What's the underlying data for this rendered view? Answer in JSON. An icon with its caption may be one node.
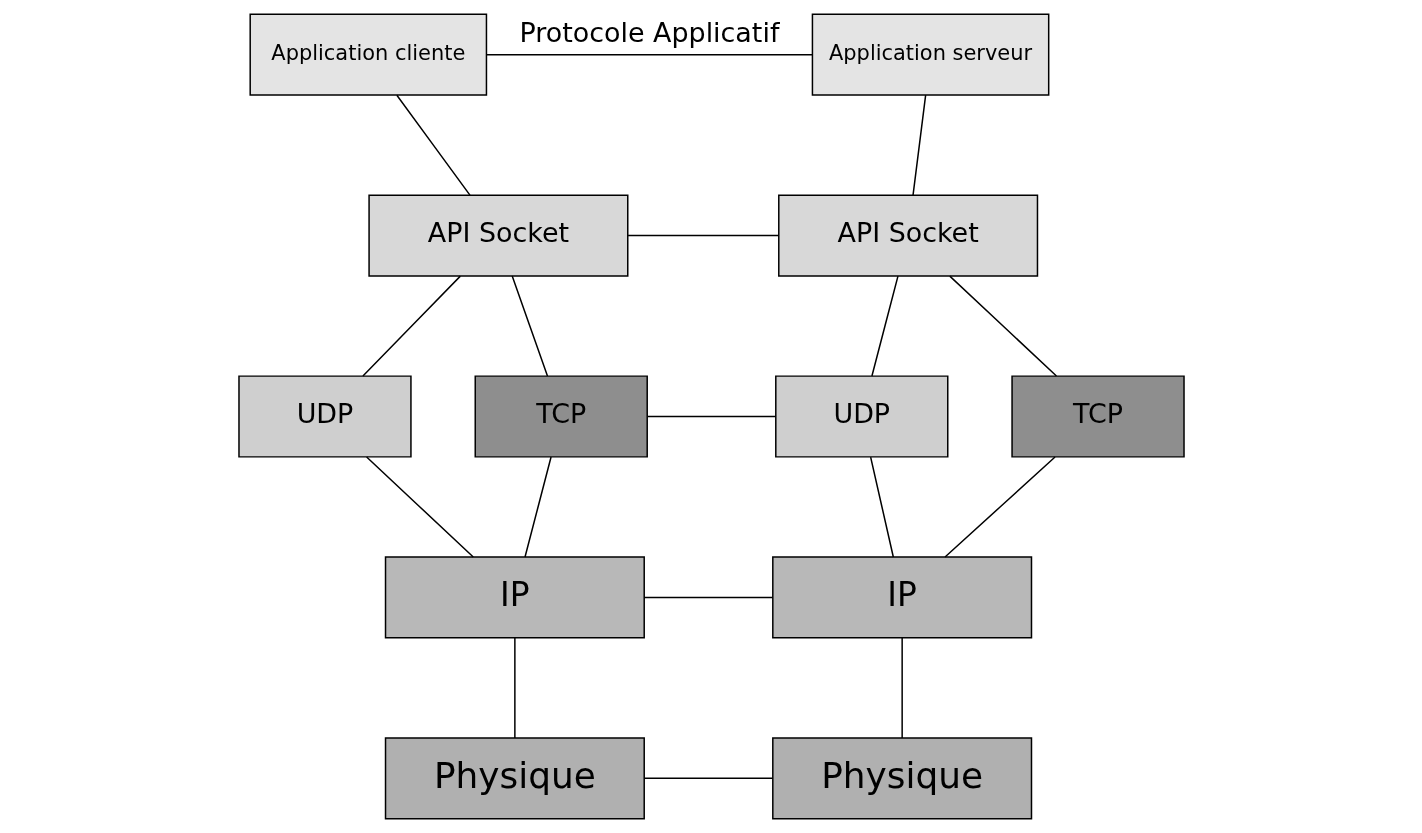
{
  "diagram": {
    "nodes": [
      {
        "text": [
          "Application cliente"
        ]
      },
      {
        "text": [
          "Application serveur"
        ]
      },
      {
        "text": [
          "API Socket"
        ]
      },
      {
        "text": [
          "API Socket"
        ]
      },
      {
        "text": [
          "UDP"
        ]
      },
      {
        "text": [
          "TCP"
        ]
      },
      {
        "text": [
          "UDP"
        ]
      },
      {
        "text": [
          "TCP"
        ]
      },
      {
        "text": [
          "IP"
        ]
      },
      {
        "text": [
          "IP"
        ]
      },
      {
        "text": [
          "Physique"
        ]
      },
      {
        "text": [
          "Physique"
        ]
      }
    ],
    "edges": [
      {
        "from": 0,
        "to": 1,
        "arrow": "none",
        "label": "Protocole Applicatif"
      },
      {
        "from": 0,
        "to": 2,
        "arrow": "none"
      },
      {
        "from": 1,
        "to": 3,
        "arrow": "none"
      },
      {
        "from": 2,
        "to": 3,
        "arrow": "none"
      },
      {
        "from": 2,
        "to": 4,
        "arrow": "none"
      },
      {
        "from": 2,
        "to": 5,
        "arrow": "none"
      },
      {
        "from": 3,
        "to": 6,
        "arrow": "none"
      },
      {
        "from": 3,
        "to": 7,
        "arrow": "none"
      },
      {
        "from": 5,
        "to": 6,
        "arrow": "none"
      },
      {
        "from": 4,
        "to": 8,
        "arrow": "none"
      },
      {
        "from": 5,
        "to": 8,
        "arrow": "none"
      },
      {
        "from": 6,
        "to": 9,
        "arrow": "none"
      },
      {
        "from": 7,
        "to": 9,
        "arrow": "none"
      },
      {
        "from": 8,
        "to": 9,
        "arrow": "none"
      },
      {
        "from": 8,
        "to": 10,
        "arrow": "none"
      },
      {
        "from": 9,
        "to": 11,
        "arrow": "none"
      },
      {
        "from": 10,
        "to": 11,
        "arrow": "none"
      }
    ]
  }
}
